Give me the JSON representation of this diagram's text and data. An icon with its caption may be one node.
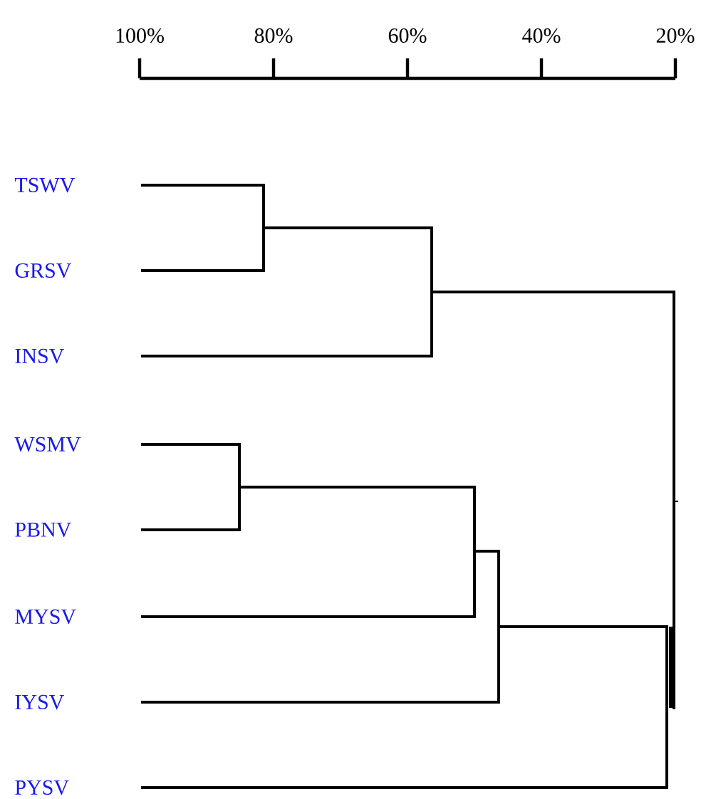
{
  "diagram": {
    "labels": [
      "100%",
      "80%",
      "60%",
      "40%",
      "20%",
      "TSWV",
      "GRSV",
      "INSV",
      "WSMV",
      "PBNV",
      "MYSV",
      "IYSV",
      "PYSV"
    ]
  }
}
